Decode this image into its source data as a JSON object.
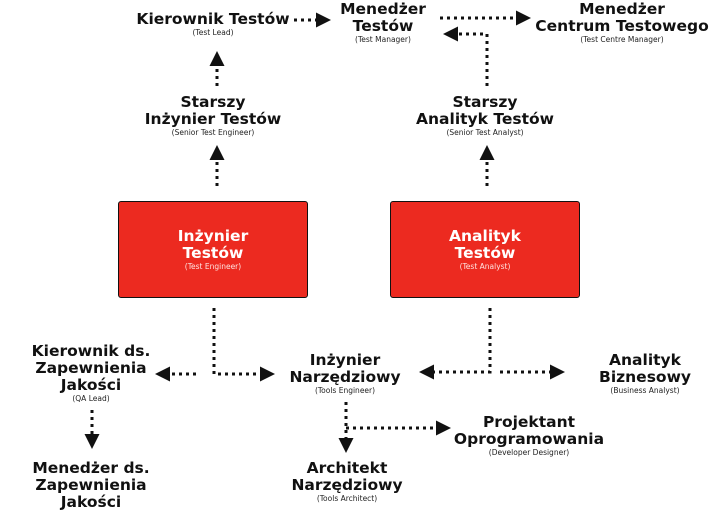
{
  "colors": {
    "accent": "#ec2a20",
    "line": "#111111"
  },
  "nodes": {
    "test_lead": {
      "title_lines": [
        "Kierownik Testów"
      ],
      "subtitle": "(Test Lead)"
    },
    "test_manager": {
      "title_lines": [
        "Menedżer",
        "Testów"
      ],
      "subtitle": "(Test Manager)"
    },
    "test_centre_manager": {
      "title_lines": [
        "Menedżer",
        "Centrum Testowego"
      ],
      "subtitle": "(Test Centre Manager)"
    },
    "senior_test_engineer": {
      "title_lines": [
        "Starszy",
        "Inżynier Testów"
      ],
      "subtitle": "(Senior Test Engineer)"
    },
    "senior_test_analyst": {
      "title_lines": [
        "Starszy",
        "Analityk Testów"
      ],
      "subtitle": "(Senior Test Analyst)"
    },
    "test_engineer": {
      "title_lines": [
        "Inżynier",
        "Testów"
      ],
      "subtitle": "(Test Engineer)"
    },
    "test_analyst": {
      "title_lines": [
        "Analityk",
        "Testów"
      ],
      "subtitle": "(Test Analyst)"
    },
    "qa_lead": {
      "title_lines": [
        "Kierownik ds.",
        "Zapewnienia",
        "Jakości"
      ],
      "subtitle": "(QA Lead)"
    },
    "tools_engineer": {
      "title_lines": [
        "Inżynier",
        "Narzędziowy"
      ],
      "subtitle": "(Tools Engineer)"
    },
    "business_analyst": {
      "title_lines": [
        "Analityk",
        "Biznesowy"
      ],
      "subtitle": "(Business Analyst)"
    },
    "developer_designer": {
      "title_lines": [
        "Projektant",
        "Oprogramowania"
      ],
      "subtitle": "(Developer Designer)"
    },
    "tools_architect": {
      "title_lines": [
        "Architekt",
        "Narzędziowy"
      ],
      "subtitle": "(Tools Architect)"
    },
    "qa_manager": {
      "title_lines": [
        "Menedżer ds.",
        "Zapewnienia",
        "Jakości"
      ],
      "subtitle": ""
    }
  }
}
